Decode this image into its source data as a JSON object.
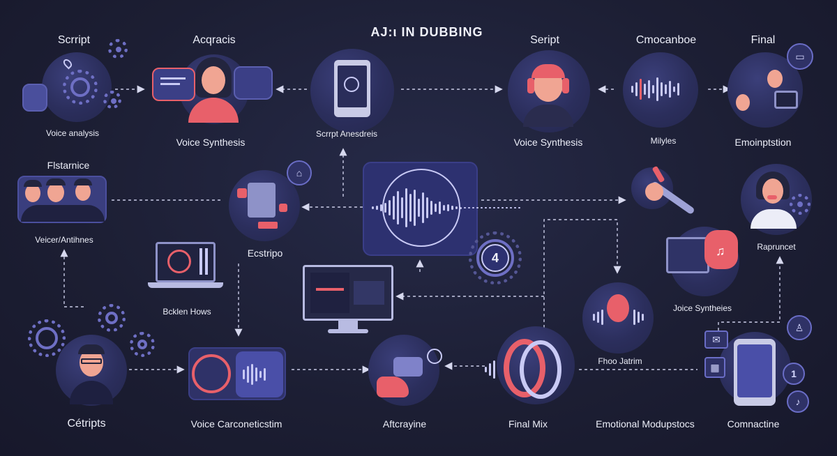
{
  "title": "AJ:ι IN DUBBING",
  "labels": {
    "n1_top": "Scrript",
    "n1_bottom": "Voice analysis",
    "n2_top": "Acqracis",
    "n2_bottom": "Voice Synthesis",
    "n3_bottom": "Scrrpt Anesdreis",
    "n4_top": "Seript",
    "n4_bottom": "Voice Synthesis",
    "n5_top": "Cmocanboe",
    "n5_bottom": "Milyles",
    "n6_top": "Final",
    "n6_bottom": "Emoinptstion",
    "n7_top": "Flstarnice",
    "n7_bottom": "Veicer/Antihnes",
    "n8_bottom": "Ecstripo",
    "n9_bottom": "Bcklen Hows",
    "n11_bottom": "Rapruncet",
    "n12_bottom": "Joice Syntheies",
    "n13_bottom": "Fhoo Jatrim",
    "b1": "Cétripts",
    "b2": "Voice Carconeticstim",
    "b3": "Aftcrayine",
    "b4": "Final Mix",
    "b5": "Emotional Modupstocs",
    "b6": "Comnactine",
    "badge_number": "4",
    "side_number": "1"
  },
  "colors": {
    "background": "#1c1e33",
    "node": "#2b2e5c",
    "accent_pink": "#e8606a",
    "accent_purple": "#6e6fc4",
    "connector": "#c9cbe6"
  }
}
